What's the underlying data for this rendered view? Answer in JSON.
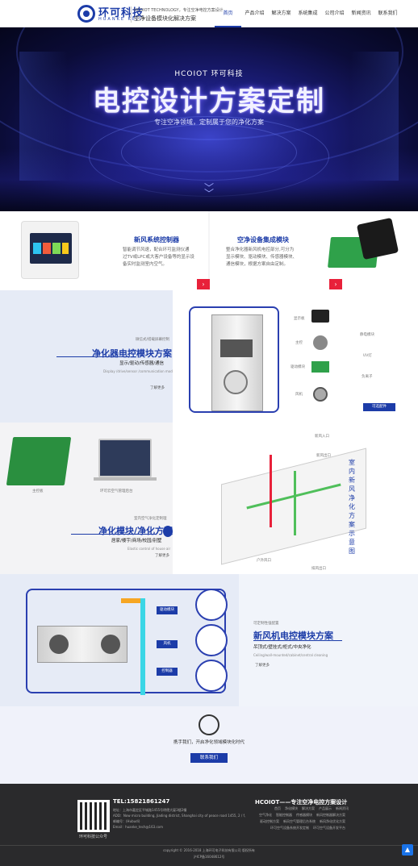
{
  "header": {
    "brand_cn": "环可科技",
    "brand_en": "HUANKE KEJI",
    "slogan_small": "HCOIOT TECHNOLOGY，专注空净电控方案设计",
    "slogan_big": "空净设备模块化解决方案",
    "nav": [
      "首页",
      "产品介绍",
      "解决方案",
      "系统集成",
      "公司介绍",
      "新闻资讯",
      "联系我们"
    ]
  },
  "banner": {
    "small": "HCOIOT 环可科技",
    "title": "电控设计方案定制",
    "subtitle": "专注空净领域，定制属于您的净化方案"
  },
  "products": [
    {
      "title": "新风系统控制器",
      "desc": [
        "智能调节风速，配合环可监测仪通",
        "过TV或LPC或大客户设备等的显示设",
        "备实时监测室内空气。"
      ]
    },
    {
      "title": "空净设备集成模块",
      "desc": [
        "整合净化器新风机电控部分,可分为",
        "显示模块、驱动模块、传感器模块、",
        "通信模块，根据方案自由定制。"
      ]
    }
  ],
  "sec1": {
    "small_label": "微信式/搭载屏幕控制",
    "title": "净化器电控模块方案",
    "features": "显示/驱动/传感器/通信",
    "en": "Display /drive/sensor /communication module",
    "more": "了解更多",
    "labels": [
      "显示板",
      "主控",
      "驱动模块",
      "风机",
      "静电模块",
      "UV灯",
      "负离子",
      "可选配件"
    ]
  },
  "sec2": {
    "items": [
      "主控板",
      "环可云空气管理后台"
    ],
    "small_label": "室内空气净化定制理",
    "title": "净化模块/净化方案",
    "features": "居家/楼宇/商场/校园/别墅",
    "en": "Elastic control of house air",
    "more": "了解更多",
    "vertical": "室内新风净化方案示意图",
    "scheme_labels": [
      "新风入口",
      "新风出口",
      "户外风口",
      "排风出口"
    ]
  },
  "sec3": {
    "labels": [
      "驱动模块",
      "风机",
      "控制器"
    ],
    "small_label": "可定制性强配置",
    "title": "新风机电控模块方案",
    "features": "吊顶式/壁挂式/柜式/中央净化",
    "en": "Ceiling/wall-mounted/cabinet/central cleaning",
    "more": "了解更多"
  },
  "contact": {
    "text": "携手我们，开启净化领域模块化时代",
    "button": "联系我们"
  },
  "footer": {
    "tel": "TEL:15821861247",
    "lines": [
      "地址：上海市嘉定区平城路1455号明德大厦3楼2幢",
      "ADD：Now micro building, Jiading district, Shanghai city of peace road 1455, 2 / f,",
      "邮编号：(Hubudi)",
      "Email：huanke_tech@163.com"
    ],
    "qr_caption": "环可科技公众号",
    "right_title": "HCOIOT——专注空净电控方案设计",
    "links": [
      "首页",
      "净化模块",
      "解决方案",
      "产品展示",
      "新闻资讯"
    ],
    "right_lines": [
      "空气净化",
      "智能控制器",
      "传感器模块",
      "新风控制器解决方案",
      "驱动控制方案",
      "新风空气管理后台系统",
      "新风净化优化方案",
      "环可空气设备系统开发定制",
      "环可空气设备开发平台"
    ],
    "copyright": "copyright © 2016-2018 上海环可电子科技有限公司 版权所有",
    "icp": "沪ICP备16048612号"
  },
  "colors": {
    "brand": "#1c3ca8",
    "accent": "#e8213a",
    "footer": "#2a2a2c"
  }
}
